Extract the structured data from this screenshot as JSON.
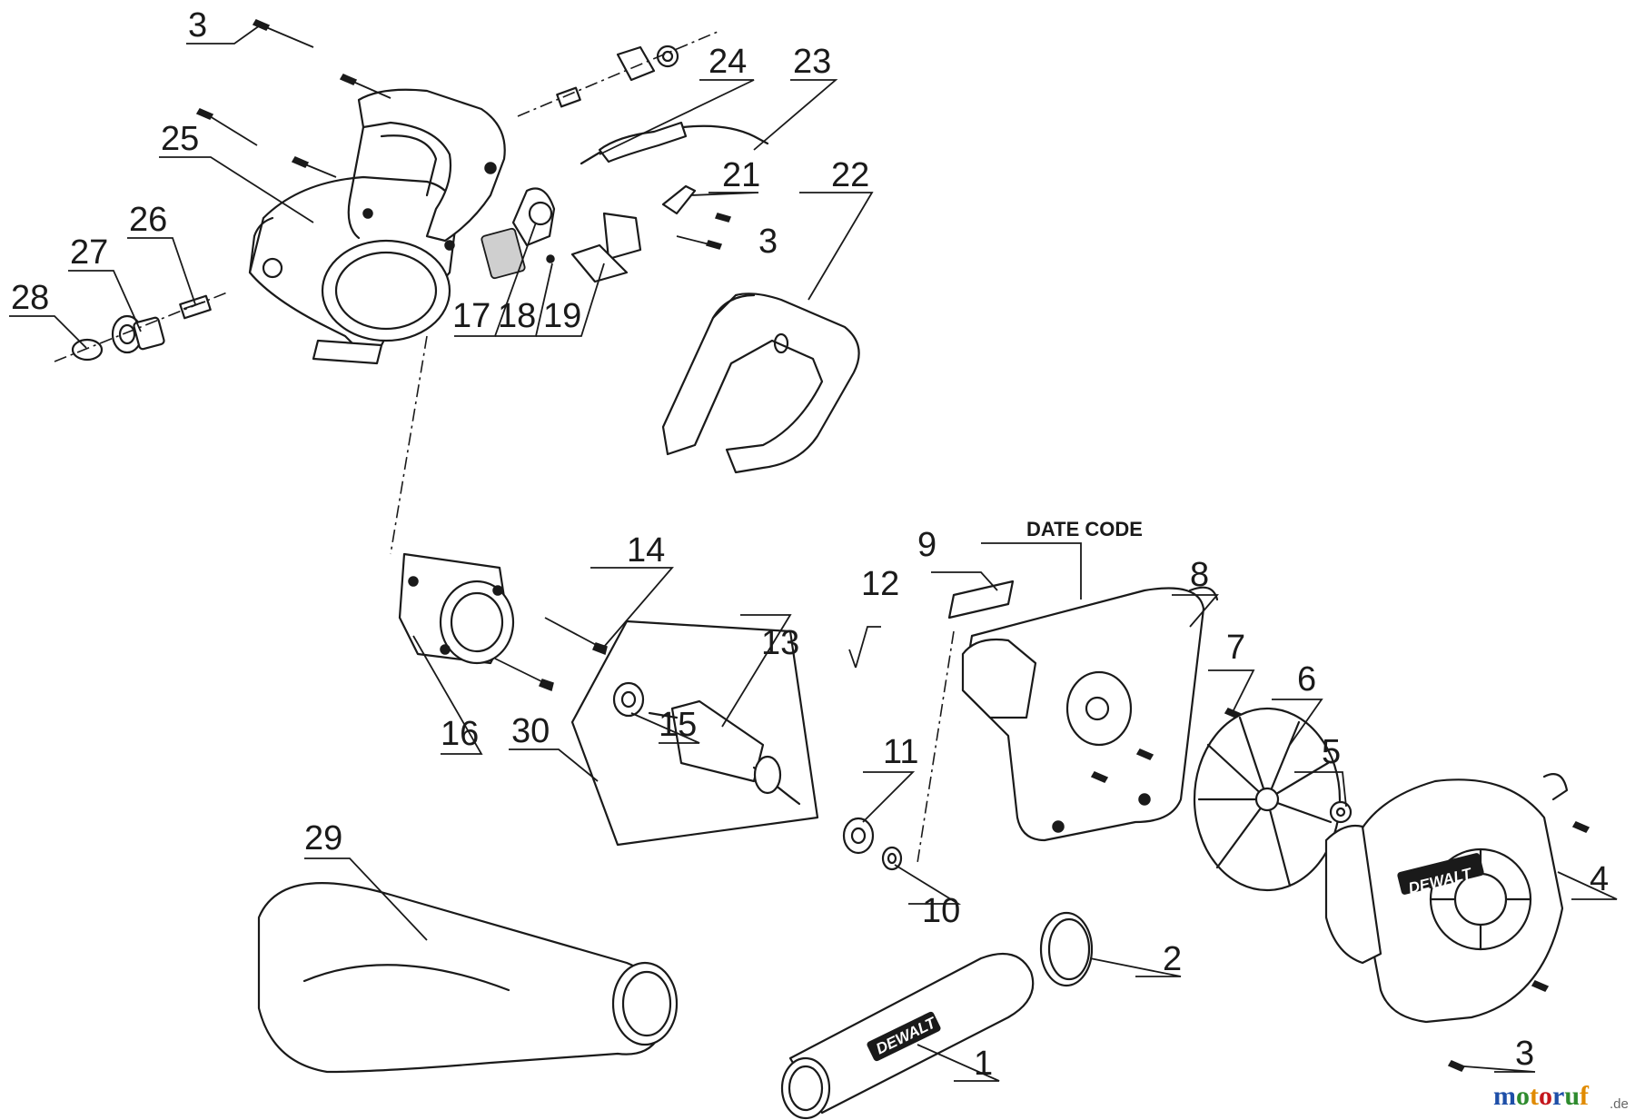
{
  "annotations": {
    "date_code": "DATE CODE"
  },
  "brand_marks": {
    "housing_logo": "DEWALT",
    "tube_logo": "DEWALT"
  },
  "watermark": {
    "main": "motoruf",
    "suffix": ".de",
    "colors": [
      "#1e4fa8",
      "#2e8b2e",
      "#e08a00",
      "#c4161c",
      "#1e4fa8",
      "#2e8b2e",
      "#e08a00"
    ]
  },
  "callouts": [
    {
      "id": "c-3a",
      "label": "3"
    },
    {
      "id": "c-24",
      "label": "24"
    },
    {
      "id": "c-23",
      "label": "23"
    },
    {
      "id": "c-25",
      "label": "25"
    },
    {
      "id": "c-26",
      "label": "26"
    },
    {
      "id": "c-27",
      "label": "27"
    },
    {
      "id": "c-28",
      "label": "28"
    },
    {
      "id": "c-17",
      "label": "17"
    },
    {
      "id": "c-18",
      "label": "18"
    },
    {
      "id": "c-19",
      "label": "19"
    },
    {
      "id": "c-21",
      "label": "21"
    },
    {
      "id": "c-3b",
      "label": "3"
    },
    {
      "id": "c-22",
      "label": "22"
    },
    {
      "id": "c-14",
      "label": "14"
    },
    {
      "id": "c-16",
      "label": "16"
    },
    {
      "id": "c-13",
      "label": "13"
    },
    {
      "id": "c-15",
      "label": "15"
    },
    {
      "id": "c-30",
      "label": "30"
    },
    {
      "id": "c-12",
      "label": "12"
    },
    {
      "id": "c-9",
      "label": "9"
    },
    {
      "id": "c-8",
      "label": "8"
    },
    {
      "id": "c-7",
      "label": "7"
    },
    {
      "id": "c-6",
      "label": "6"
    },
    {
      "id": "c-5",
      "label": "5"
    },
    {
      "id": "c-11",
      "label": "11"
    },
    {
      "id": "c-10",
      "label": "10"
    },
    {
      "id": "c-4",
      "label": "4"
    },
    {
      "id": "c-29",
      "label": "29"
    },
    {
      "id": "c-2",
      "label": "2"
    },
    {
      "id": "c-1",
      "label": "1"
    },
    {
      "id": "c-3c",
      "label": "3"
    }
  ]
}
